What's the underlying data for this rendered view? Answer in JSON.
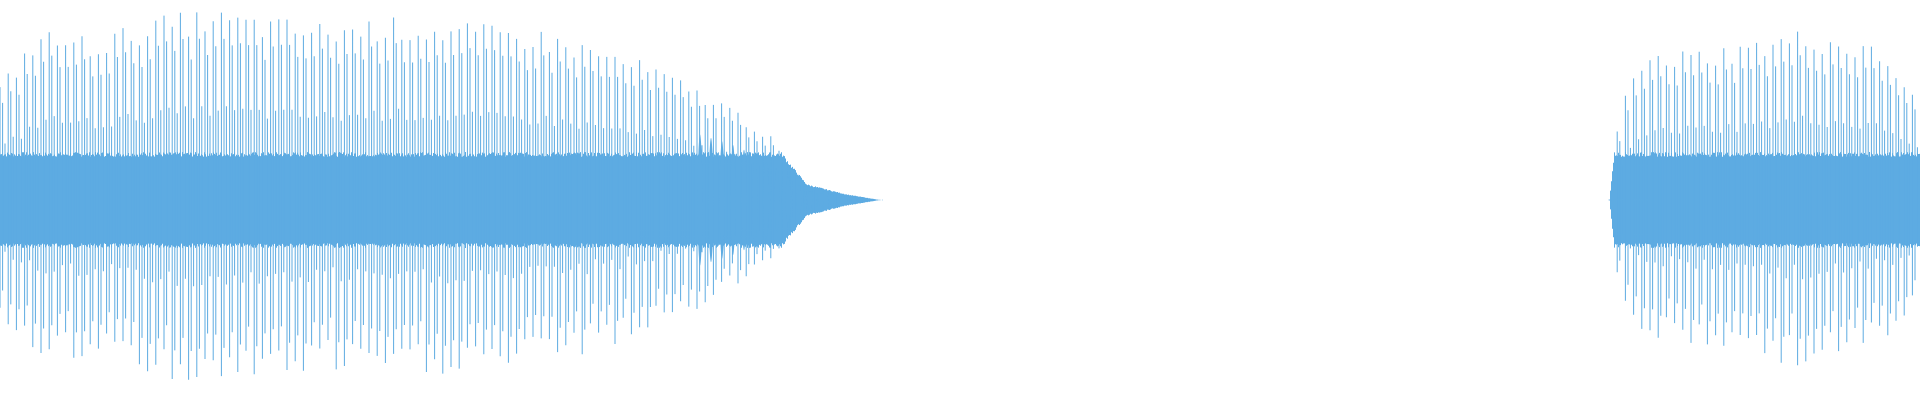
{
  "waveform": {
    "color": "#5dabe2",
    "background": "#ffffff",
    "segments": [
      {
        "name": "segment-1",
        "start_fraction": 0.0,
        "end_fraction": 0.458,
        "envelope": [
          [
            0.0,
            0.58
          ],
          [
            0.02,
            0.86
          ],
          [
            0.05,
            0.82
          ],
          [
            0.08,
            0.92
          ],
          [
            0.11,
            0.96
          ],
          [
            0.14,
            0.92
          ],
          [
            0.17,
            0.89
          ],
          [
            0.2,
            0.92
          ],
          [
            0.24,
            0.89
          ],
          [
            0.28,
            0.86
          ],
          [
            0.31,
            0.78
          ],
          [
            0.34,
            0.68
          ],
          [
            0.36,
            0.58
          ],
          [
            0.38,
            0.48
          ],
          [
            0.4,
            0.34
          ],
          [
            0.41,
            0.2
          ],
          [
            0.42,
            0.08
          ],
          [
            0.44,
            0.03
          ],
          [
            0.458,
            0.0
          ]
        ]
      },
      {
        "name": "segment-2",
        "start_fraction": 0.838,
        "end_fraction": 1.0,
        "envelope": [
          [
            0.838,
            0.0
          ],
          [
            0.842,
            0.38
          ],
          [
            0.85,
            0.64
          ],
          [
            0.86,
            0.74
          ],
          [
            0.88,
            0.76
          ],
          [
            0.9,
            0.78
          ],
          [
            0.92,
            0.82
          ],
          [
            0.94,
            0.86
          ],
          [
            0.96,
            0.82
          ],
          [
            0.98,
            0.76
          ],
          [
            0.995,
            0.58
          ],
          [
            1.0,
            0.4
          ]
        ]
      }
    ]
  }
}
